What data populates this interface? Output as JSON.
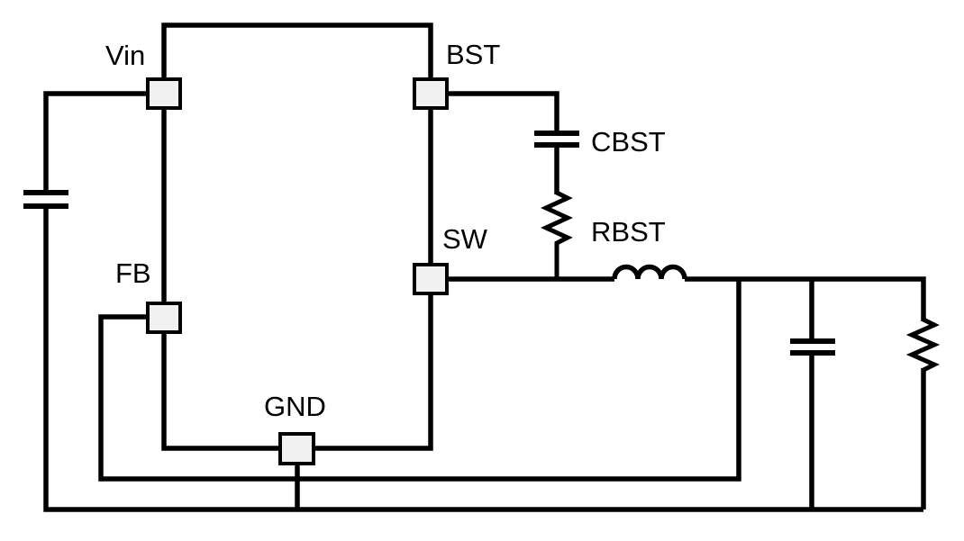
{
  "diagram": {
    "type": "circuit-schematic",
    "colors": {
      "wire": "#000000",
      "pin_fill": "#f1f1f1",
      "text": "#000000",
      "background": "#ffffff"
    },
    "pins": [
      {
        "id": "vin",
        "label": "Vin"
      },
      {
        "id": "bst",
        "label": "BST"
      },
      {
        "id": "sw",
        "label": "SW"
      },
      {
        "id": "fb",
        "label": "FB"
      },
      {
        "id": "gnd",
        "label": "GND"
      }
    ],
    "components": [
      {
        "id": "input-capacitor",
        "type": "capacitor",
        "label": ""
      },
      {
        "id": "bootstrap-capacitor",
        "type": "capacitor",
        "label": "CBST"
      },
      {
        "id": "bootstrap-resistor",
        "type": "resistor",
        "label": "RBST"
      },
      {
        "id": "output-inductor",
        "type": "inductor",
        "label": ""
      },
      {
        "id": "output-capacitor",
        "type": "capacitor",
        "label": ""
      },
      {
        "id": "load-resistor",
        "type": "resistor",
        "label": ""
      }
    ]
  }
}
